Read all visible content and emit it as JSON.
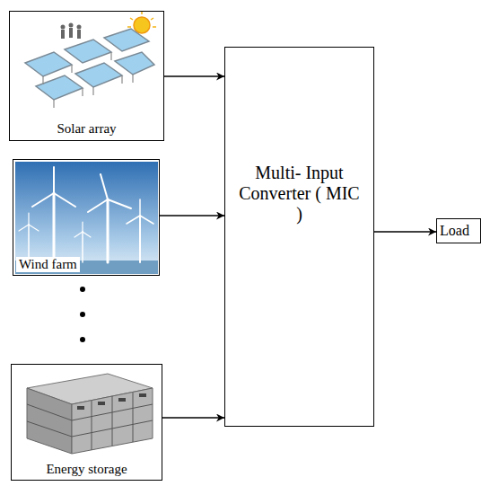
{
  "diagram": {
    "nodes": [
      {
        "text": [
          "Solar array"
        ]
      },
      {
        "text": [
          "Wind farm"
        ]
      },
      {
        "text": [
          "Energy storage"
        ]
      },
      {
        "text": [
          "Multi- Input Converter ( MIC )"
        ]
      },
      {
        "text": [
          "Load"
        ]
      }
    ],
    "edges": [
      {
        "from": 0,
        "to": 3,
        "arrow": "to"
      },
      {
        "from": 1,
        "to": 3,
        "arrow": "to"
      },
      {
        "from": 2,
        "to": 3,
        "arrow": "to"
      },
      {
        "from": 3,
        "to": 4,
        "arrow": "to"
      }
    ]
  }
}
